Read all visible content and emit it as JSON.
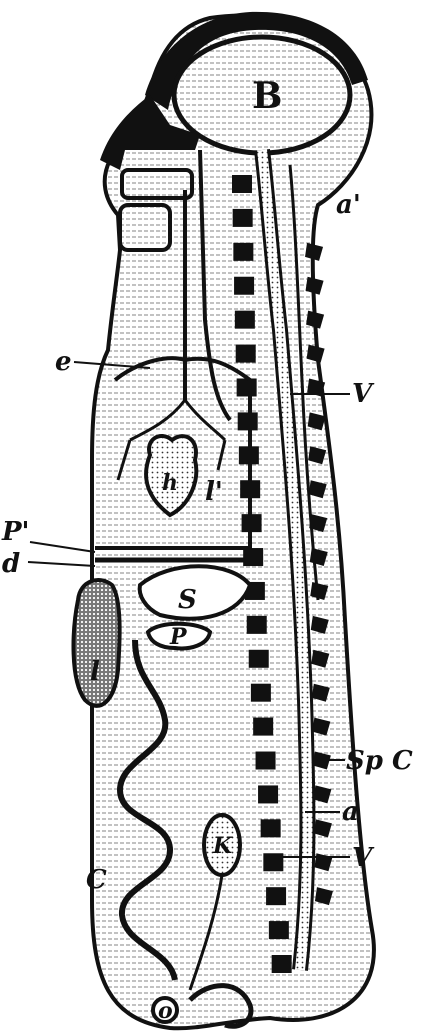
{
  "labels": {
    "brain": "B",
    "a_prime": "a'",
    "e": "e",
    "V_upper": "V",
    "heart": "h",
    "lung": "l'",
    "p_prime": "P'",
    "d": "d",
    "stomach": "S",
    "liver": "l",
    "pancreas": "P",
    "spc": "Sp C",
    "a": "a",
    "V_lower": "V",
    "c": "C",
    "kidney": "K",
    "o": "o"
  },
  "colors": {
    "ink": "#111111",
    "paper": "#ffffff",
    "stipple": "#e8e8e8"
  }
}
